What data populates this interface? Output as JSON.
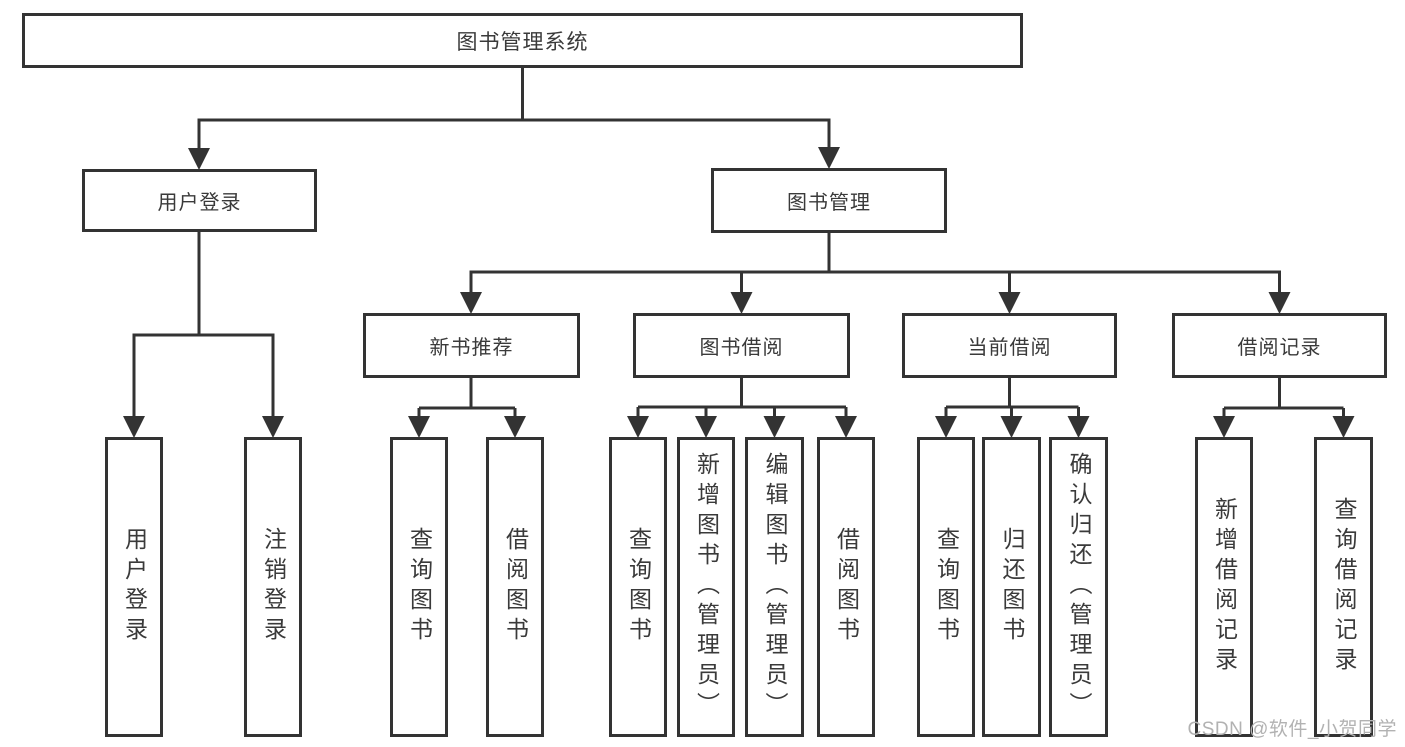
{
  "diagram": {
    "title": "图书管理系统",
    "nodes": {
      "root": "图书管理系统",
      "login": "用户登录",
      "manage": "图书管理",
      "recommend": "新书推荐",
      "borrow": "图书借阅",
      "current": "当前借阅",
      "records": "借阅记录"
    },
    "leaves": {
      "login": [
        "用户登录",
        "注销登录"
      ],
      "recommend": [
        "查询图书",
        "借阅图书"
      ],
      "borrow": [
        "查询图书",
        "新增图书（管理员）",
        "编辑图书（管理员）",
        "借阅图书"
      ],
      "current": [
        "查询图书",
        "归还图书",
        "确认归还（管理员）"
      ],
      "records": [
        "新增借阅记录",
        "查询借阅记录"
      ]
    },
    "watermark": "CSDN @软件_小贺同学",
    "colors": {
      "line": "#333333",
      "text": "#3a3a3a",
      "watermark": "#b2b2b2",
      "background": "#ffffff"
    }
  }
}
